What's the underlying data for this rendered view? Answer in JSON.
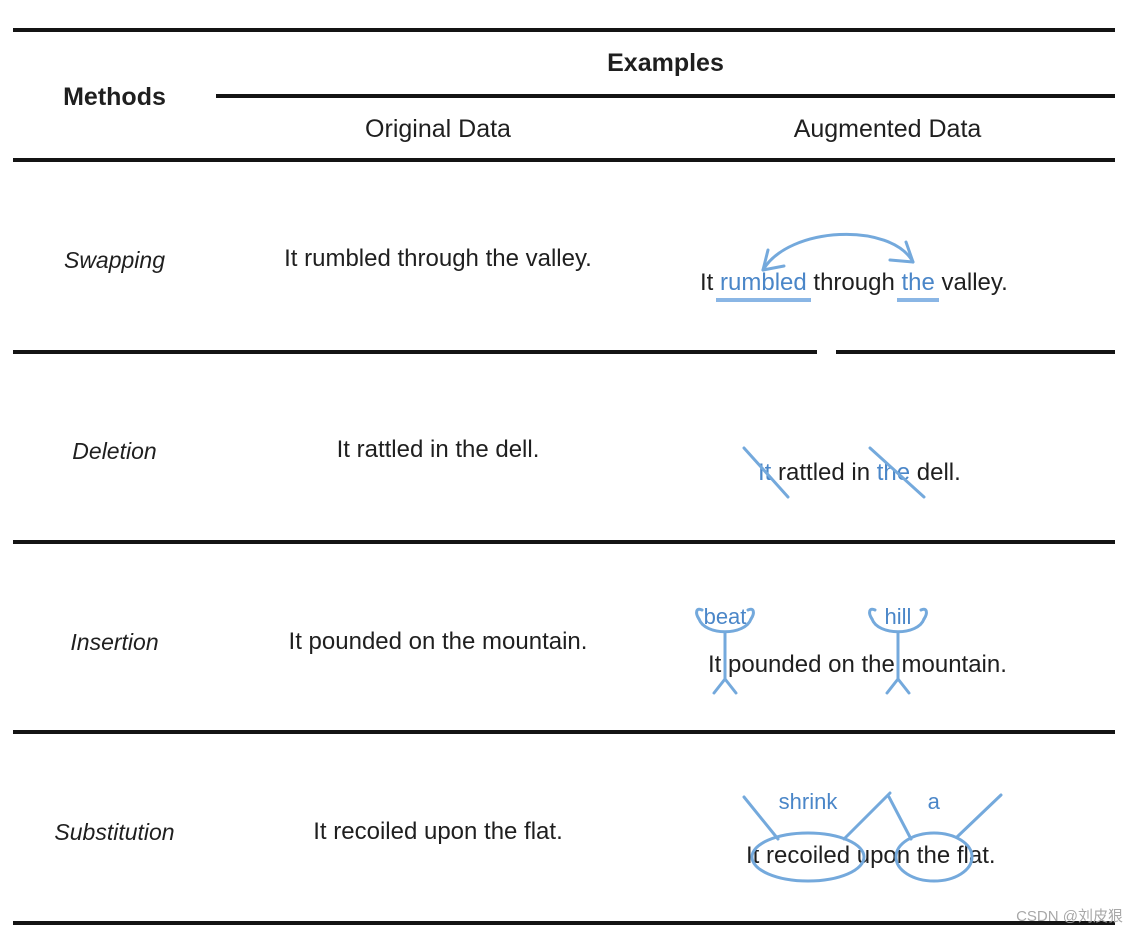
{
  "header": {
    "methods": "Methods",
    "examples": "Examples",
    "original_data": "Original Data",
    "augmented_data": "Augmented Data"
  },
  "rows": [
    {
      "method": "Swapping",
      "original": "It rumbled through the valley.",
      "augmented": {
        "sentence": "It rumbled through the valley.",
        "parts": [
          "It ",
          "rumbled",
          " through ",
          "the",
          " valley."
        ],
        "highlighted_words": [
          "rumbled",
          "the"
        ],
        "mark_icon": "curved-double-arrow"
      }
    },
    {
      "method": "Deletion",
      "original": "It rattled in the dell.",
      "augmented": {
        "sentence": "It rattled in the dell.",
        "parts": [
          "It",
          " rattled in ",
          "the",
          " dell."
        ],
        "struck_words": [
          "It",
          "the"
        ],
        "mark_icon": "diagonal-strike"
      }
    },
    {
      "method": "Insertion",
      "original": "It pounded on the mountain.",
      "augmented": {
        "sentence": "It pounded on the mountain.",
        "insertions": [
          "beat",
          "hill"
        ],
        "mark_icon": "insertion-caret"
      }
    },
    {
      "method": "Substitution",
      "original": "It recoiled upon the flat.",
      "augmented": {
        "sentence": "It recoiled upon the flat.",
        "parts": [
          "It ",
          "recoiled",
          " upon ",
          "the",
          " flat."
        ],
        "circled_words": [
          "recoiled",
          "the"
        ],
        "substitutions": [
          "shrink",
          "a"
        ],
        "mark_icon": "circle-with-lines"
      }
    }
  ],
  "colors": {
    "text_black": "#1f1f1f",
    "word_blue": "#4a86c8",
    "mark_blue": "#74a9dc",
    "rule_black": "#141414",
    "watermark_gray": "#a8a8a8"
  },
  "watermark": {
    "text": "CSDN @刘皮狠"
  }
}
